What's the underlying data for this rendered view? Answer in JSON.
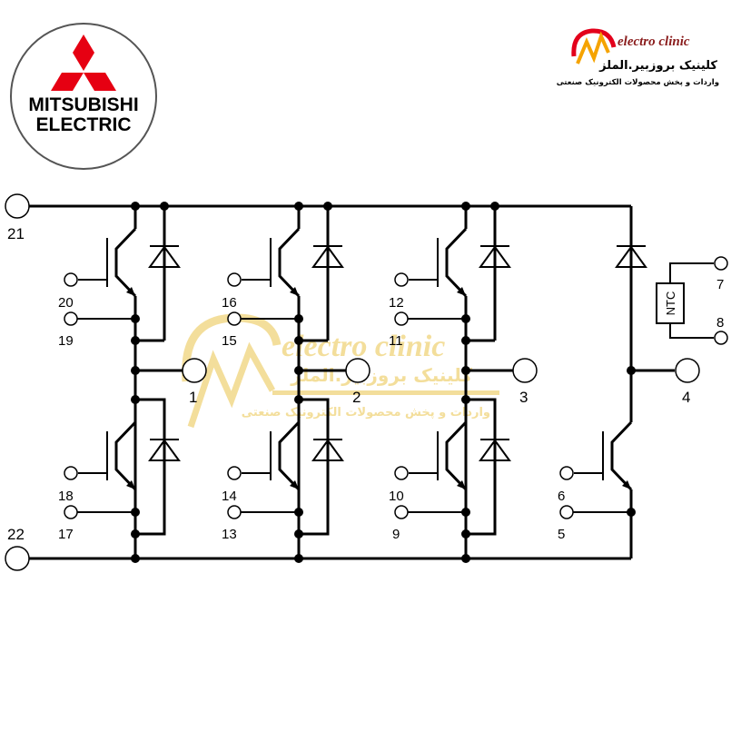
{
  "logo": {
    "brand_line1": "MITSUBISHI",
    "brand_line2": "ELECTRIC",
    "mark_color": "#e60012"
  },
  "clinic_logo": {
    "name_en": "electro clinic",
    "name_fa": "کلینیک بروزبیر.الملز",
    "tagline_fa": "واردات و پخش محصولات الکترونیک صنعتی",
    "accent_color": "#e3001b",
    "secondary_color": "#f5a300"
  },
  "watermark": {
    "name_en": "electro clinic",
    "name_fa": "کلینیک بروزبیر.الملز",
    "tagline_fa": "واردات و پخش محصولات الکترونیک صنعتی",
    "color": "#f2d98a"
  },
  "circuit": {
    "terminals": {
      "p_rail": "21",
      "n_rail": "22",
      "out1": "1",
      "out2": "2",
      "out3": "3",
      "out4": "4"
    },
    "ntc_label": "NTC",
    "ntc_pins": [
      "7",
      "8"
    ],
    "legs": [
      {
        "top_gate": "20",
        "top_emitter": "19",
        "bot_gate": "18",
        "bot_emitter": "17"
      },
      {
        "top_gate": "16",
        "top_emitter": "15",
        "bot_gate": "14",
        "bot_emitter": "13"
      },
      {
        "top_gate": "12",
        "top_emitter": "11",
        "bot_gate": "10",
        "bot_emitter": "9"
      }
    ],
    "brake": {
      "gate": "6",
      "emitter": "5"
    }
  }
}
